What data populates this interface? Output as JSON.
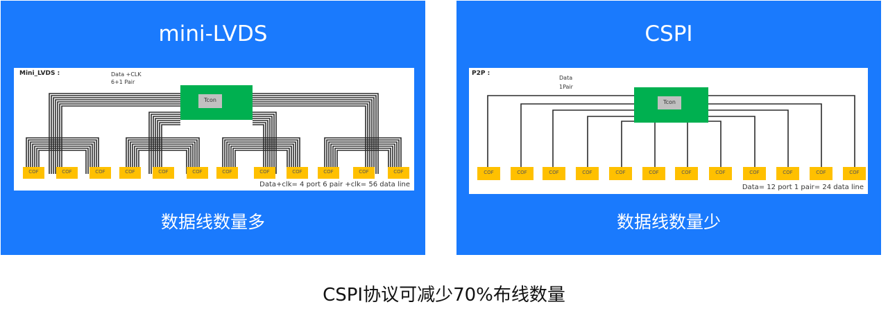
{
  "colors": {
    "panel_bg": "#1a7afd",
    "tcon_box": "#00b050",
    "tcon_label_bg": "#c0c0c0",
    "cof_box": "#ffc000",
    "wire": "#333333"
  },
  "left_panel": {
    "title": "mini-LVDS",
    "caption": "数据线数量多",
    "diagram": {
      "label": "Mini_LVDS :",
      "wire_note_line1": "Data +CLK",
      "wire_note_line2": "6+1 Pair",
      "tcon_label": "Tcon",
      "cof_label": "COF",
      "cof_count": 12,
      "summary": "Data+clk= 4 port 6 pair +clk= 56 data line"
    }
  },
  "right_panel": {
    "title": "CSPI",
    "caption": "数据线数量少",
    "diagram": {
      "label": "P2P :",
      "wire_note_line1": "Data",
      "wire_note_line2": "1Pair",
      "tcon_label": "Tcon",
      "cof_label": "COF",
      "cof_count": 12,
      "summary": "Data= 12 port 1 pair= 24 data line"
    }
  },
  "footer": {
    "text": "CSPI协议可减少70%布线数量"
  }
}
